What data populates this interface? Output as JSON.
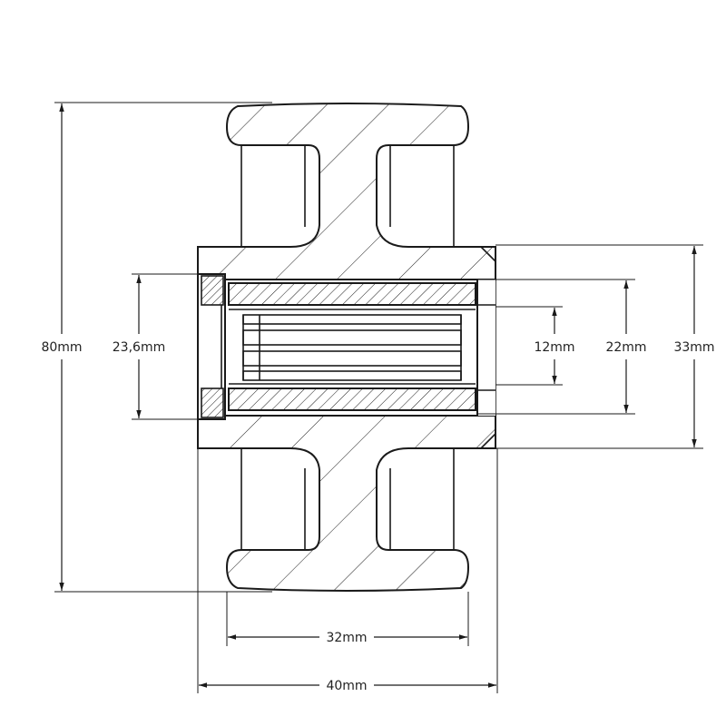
{
  "dimensions": {
    "overall_diameter": "80mm",
    "hub_bore": "23,6mm",
    "inner_bore": "12mm",
    "bearing_diameter": "22mm",
    "hub_diameter": "33mm",
    "tread_width": "32mm",
    "hub_length": "40mm"
  },
  "colors": {
    "line": "#1a1a1a",
    "background": "#ffffff"
  }
}
